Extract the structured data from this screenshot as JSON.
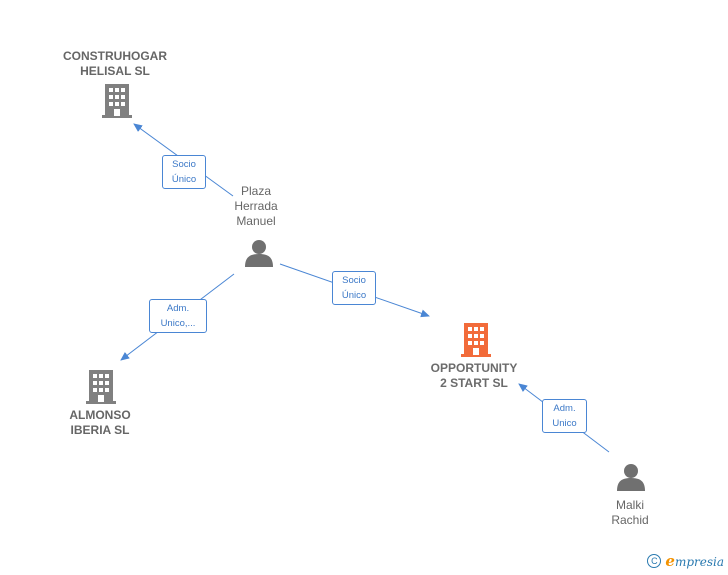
{
  "nodes": {
    "construhogar": {
      "label": "CONSTRUHOGAR\nHELISAL SL",
      "icon": "building-icon",
      "color": "#808080"
    },
    "plaza": {
      "label": "Plaza\nHerrada\nManuel",
      "icon": "person-icon",
      "color": "#707070"
    },
    "almonso": {
      "label": "ALMONSO\nIBERIA  SL",
      "icon": "building-icon",
      "color": "#808080"
    },
    "opportunity": {
      "label": "OPPORTUNITY\n2 START  SL",
      "icon": "building-icon",
      "color": "#f26b3a"
    },
    "malki": {
      "label": "Malki\nRachid",
      "icon": "person-icon",
      "color": "#707070"
    }
  },
  "edges": {
    "plaza_construhogar": "Socio\nÚnico",
    "plaza_opportunity": "Socio\nÚnico",
    "plaza_almonso": "Adm.\nUnico,...",
    "malki_opportunity": "Adm.\nUnico"
  },
  "footer": {
    "copyright_symbol": "C",
    "brand_initial": "e",
    "brand_rest": "mpresia"
  },
  "colors": {
    "edge": "#4a86d4"
  }
}
